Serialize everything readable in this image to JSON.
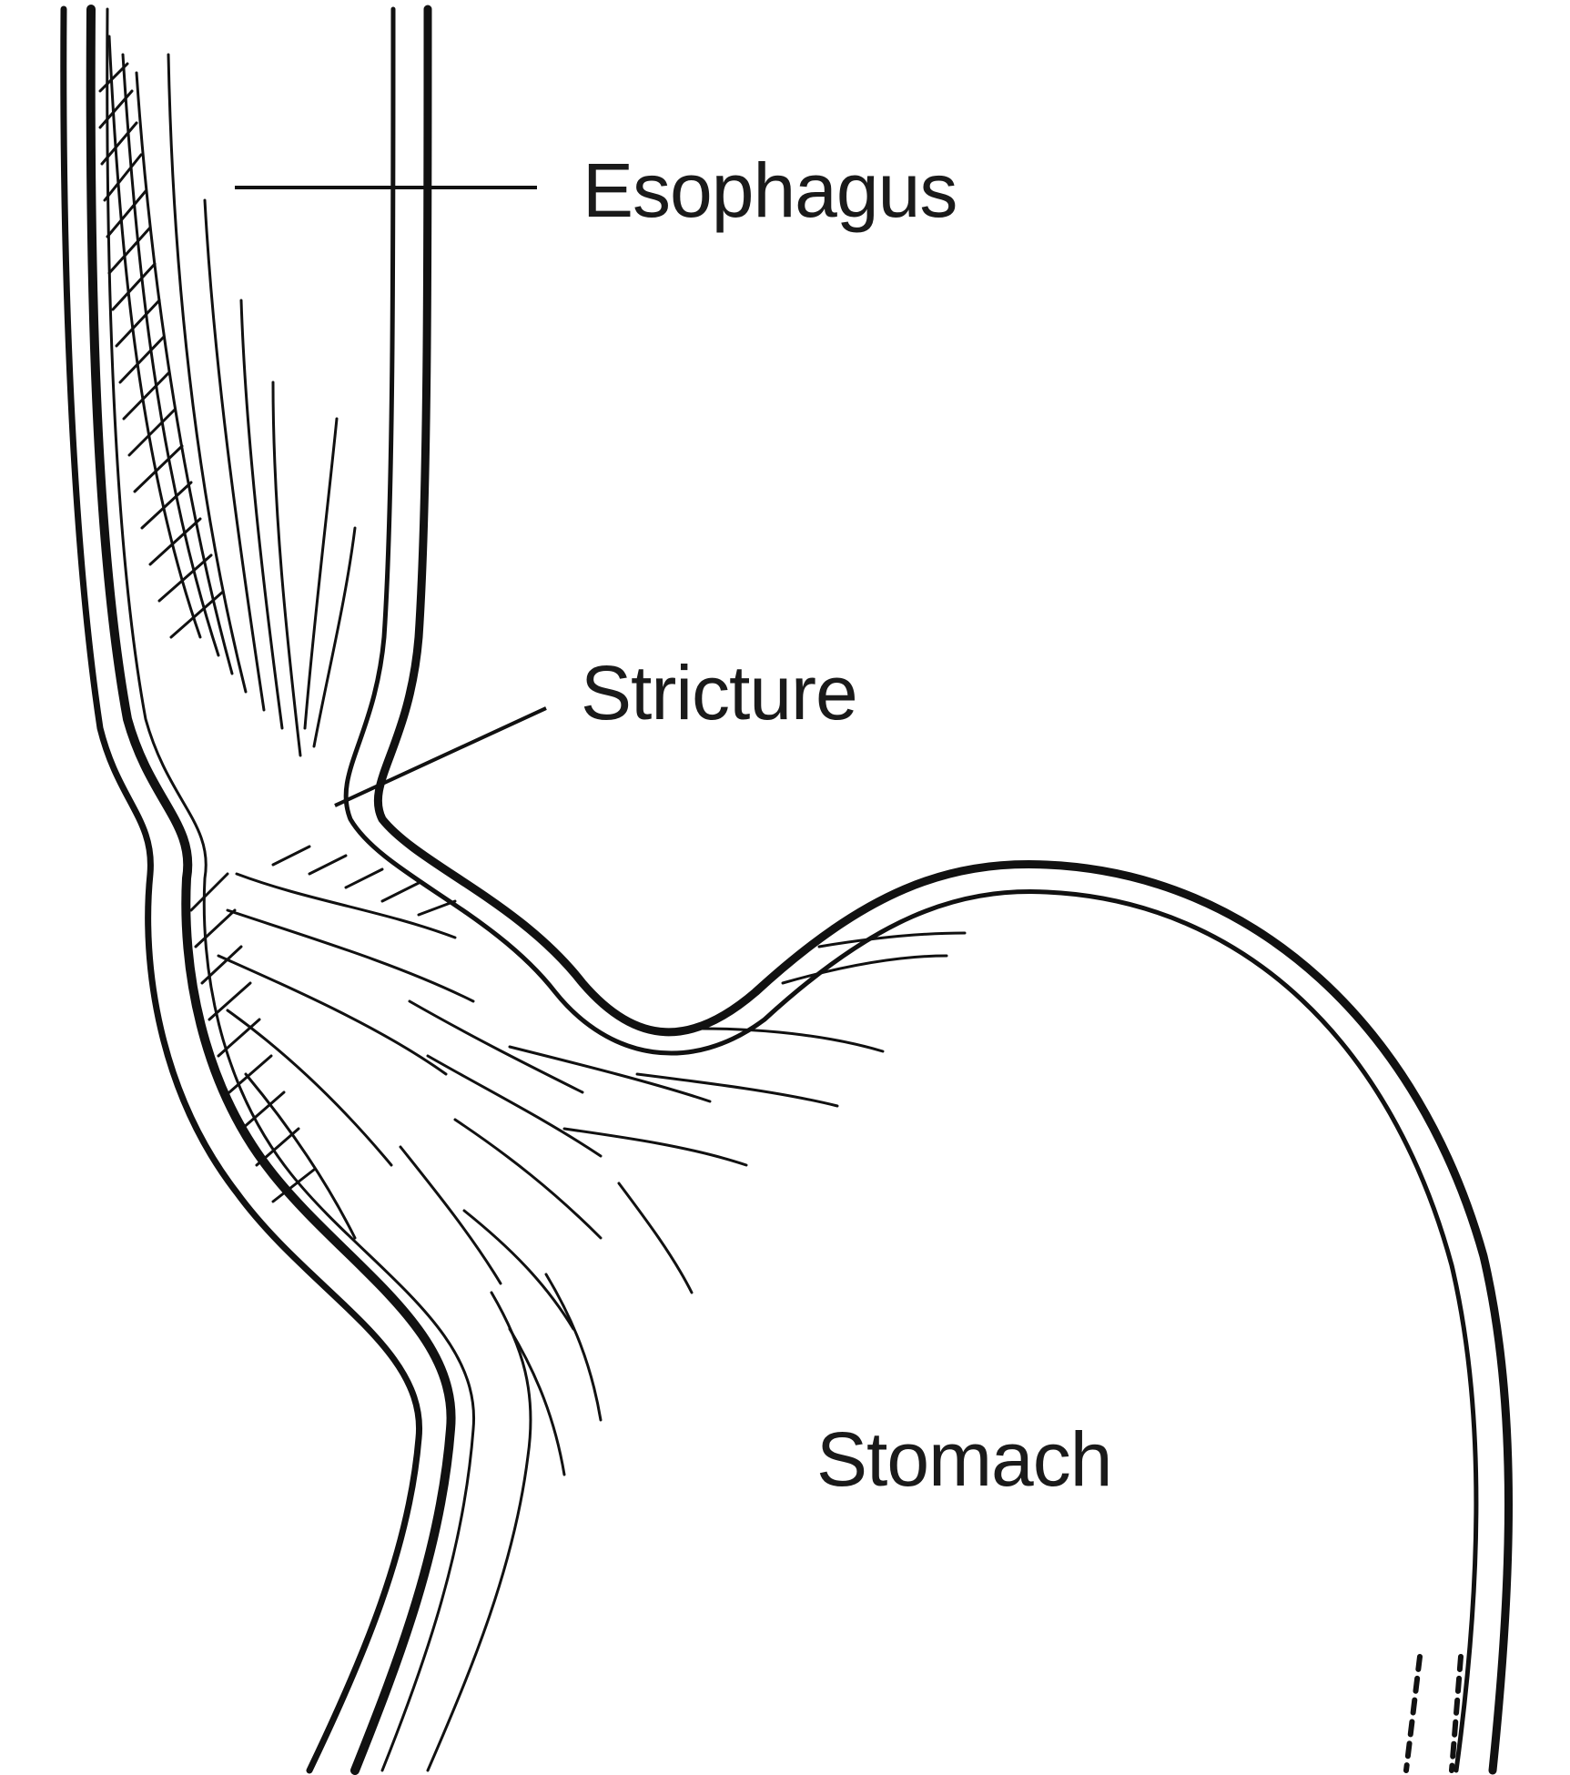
{
  "labels": {
    "esophagus": "Esophagus",
    "stricture": "Stricture",
    "stomach": "Stomach"
  },
  "colors": {
    "ink": "#111111",
    "background": "#ffffff"
  }
}
